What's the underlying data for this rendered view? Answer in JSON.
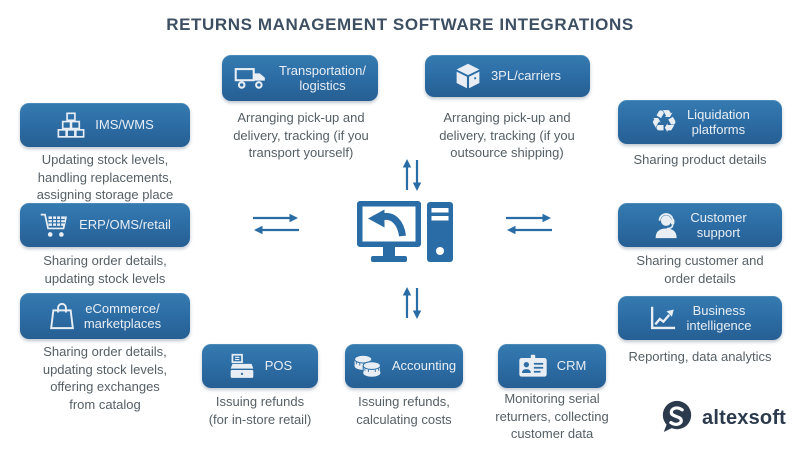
{
  "title": "RETURNS MANAGEMENT SOFTWARE INTEGRATIONS",
  "nodes": [
    {
      "id": "transportation-logistics",
      "icon": "truck-icon",
      "label": "Transportation/\nlogistics",
      "desc": "Arranging pick-up and\ndelivery, tracking (if you\ntransport yourself)"
    },
    {
      "id": "3pl-carriers",
      "icon": "package-icon",
      "label": "3PL/carriers",
      "desc": "Arranging pick-up and\ndelivery, tracking (if you\noutsource shipping)"
    },
    {
      "id": "ims-wms",
      "icon": "stacked-boxes-icon",
      "label": "IMS/WMS",
      "desc": "Updating stock levels,\nhandling replacements,\nassigning storage place"
    },
    {
      "id": "erp-oms-retail",
      "icon": "shopping-cart-icon",
      "label": "ERP/OMS/retail",
      "desc": "Sharing order details,\nupdating stock levels"
    },
    {
      "id": "ecommerce-marketplaces",
      "icon": "shopping-bag-icon",
      "label": "eCommerce/\nmarketplaces",
      "desc": "Sharing order details,\nupdating stock levels,\noffering exchanges\nfrom catalog"
    },
    {
      "id": "liquidation-platforms",
      "icon": "recycle-icon",
      "label": "Liquidation\nplatforms",
      "desc": "Sharing product details",
      "recycle_glyph": "♻"
    },
    {
      "id": "customer-support",
      "icon": "headset-agent-icon",
      "label": "Customer\nsupport",
      "desc": "Sharing customer and\norder details"
    },
    {
      "id": "business-intelligence",
      "icon": "line-chart-icon",
      "label": "Business\nintelligence",
      "desc": "Reporting, data analytics"
    },
    {
      "id": "pos",
      "icon": "cash-register-icon",
      "label": "POS",
      "desc": "Issuing refunds\n(for in-store retail)"
    },
    {
      "id": "accounting",
      "icon": "coins-icon",
      "label": "Accounting",
      "desc": "Issuing refunds,\ncalculating costs"
    },
    {
      "id": "crm",
      "icon": "id-card-icon",
      "label": "CRM",
      "desc": "Monitoring serial\nreturners, collecting\ncustomer data"
    }
  ],
  "center": {
    "icon": "returns-software-computer-icon"
  },
  "logo": {
    "text": "altexsoft"
  },
  "colors": {
    "box_blue": "#2d6ea6",
    "box_blue_dark": "#265f93",
    "box_blue_light": "#357bb0",
    "icon_white": "#e8eef4",
    "arrow_blue": "#2a6ca5",
    "title_text": "#3d4f63",
    "description_text": "#545f66",
    "logo_navy": "#2b3a4c"
  }
}
